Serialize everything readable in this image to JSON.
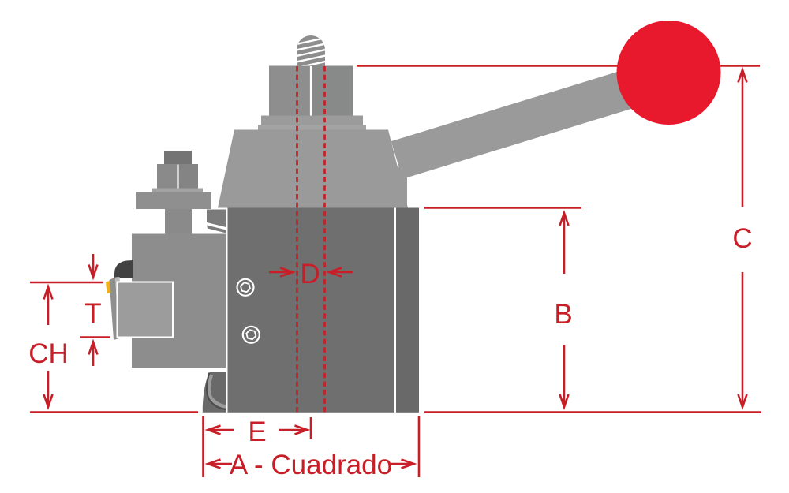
{
  "page": {
    "background": "#ffffff",
    "description": "Dimensional line drawing of a quick-change lathe tool post with handle"
  },
  "labels": {
    "dim_c": "C",
    "dim_b": "B",
    "dim_d": "D",
    "dim_t": "T",
    "dim_ch": "CH",
    "dim_e": "E",
    "dim_a_square": "A - Cuadrado"
  },
  "colors": {
    "dimension_red": "#c81e27",
    "handle_ball_red": "#e8192c",
    "body_gray": "#6f6f70",
    "body_side_gray": "#696969",
    "casting_gray": "#9a9a9a",
    "holder_gray": "#8d8d8d",
    "insert_gray": "#9c9c9c",
    "insert_tip_yellow": "#eeb01c",
    "clamp_dark_gray": "#424242",
    "hardware_gray": "#8e8e8e"
  },
  "parts": [
    "ball-handle",
    "lever-arm",
    "threaded-stud",
    "clamping-nut",
    "washer-stack",
    "top-casting",
    "height-adjust-bolt",
    "tool-post-body",
    "tool-holder",
    "cutting-insert",
    "socket-set-screws",
    "stud-centerlines"
  ]
}
